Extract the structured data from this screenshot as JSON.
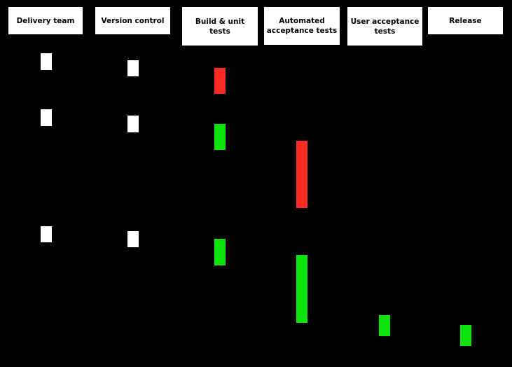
{
  "diagram": {
    "type": "deployment-pipeline",
    "description": "Continuous delivery deployment pipeline with check-ins, commits and pass/fail stage runs"
  },
  "colors": {
    "background": "#000000",
    "box": "#ffffff",
    "text": "#000000",
    "pass": "#0ce30b",
    "fail": "#fd2b23"
  },
  "headers": [
    {
      "id": "delivery-team",
      "line1": "Delivery team"
    },
    {
      "id": "version-control",
      "line1": "Version control"
    },
    {
      "id": "build-unit-tests",
      "line1": "Build & unit",
      "line2": "tests"
    },
    {
      "id": "automated-acceptance-tests",
      "line1": "Automated",
      "line2": "acceptance tests"
    },
    {
      "id": "user-acceptance-tests",
      "line1": "User acceptance",
      "line2": "tests"
    },
    {
      "id": "release",
      "line1": "Release"
    }
  ],
  "events": {
    "delivery_team_checkins": 3,
    "version_control_commits": 3,
    "stage_runs": [
      {
        "stage": "Build & unit tests",
        "run": 1,
        "status": "fail"
      },
      {
        "stage": "Build & unit tests",
        "run": 2,
        "status": "pass"
      },
      {
        "stage": "Automated acceptance tests",
        "run": 2,
        "status": "fail"
      },
      {
        "stage": "Build & unit tests",
        "run": 3,
        "status": "pass"
      },
      {
        "stage": "Automated acceptance tests",
        "run": 3,
        "status": "pass"
      },
      {
        "stage": "User acceptance tests",
        "run": 3,
        "status": "pass"
      },
      {
        "stage": "Release",
        "run": 3,
        "status": "pass"
      }
    ]
  }
}
